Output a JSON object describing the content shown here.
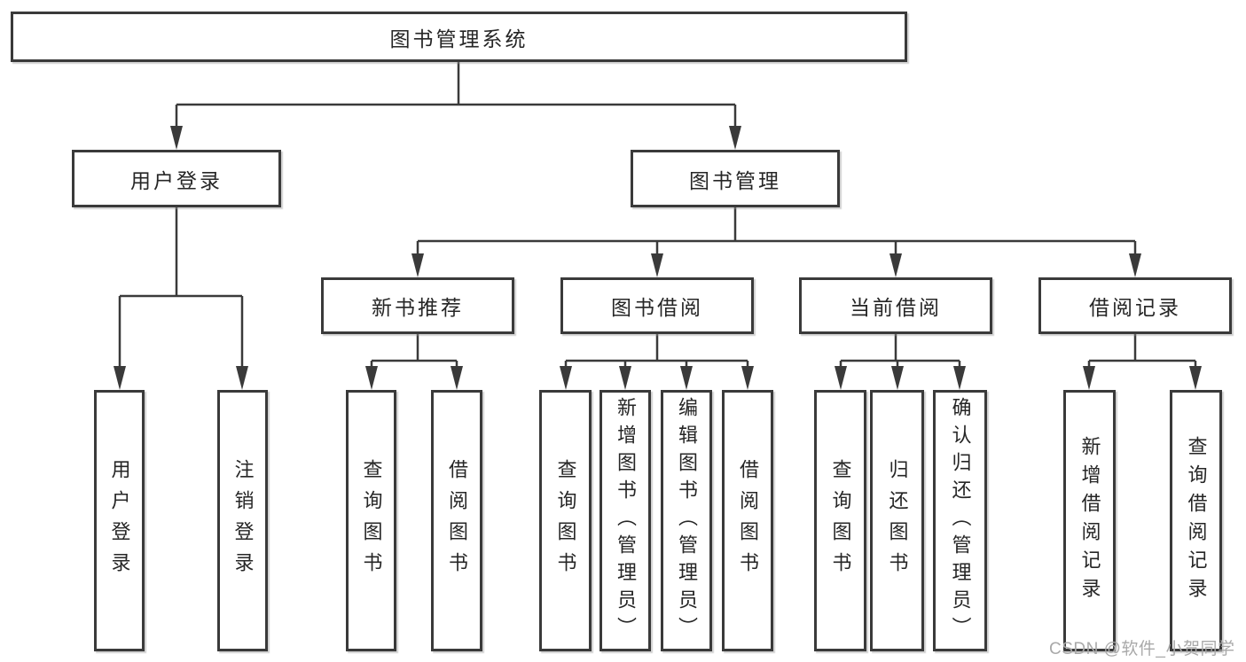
{
  "diagram": {
    "root": {
      "label": "图书管理系统"
    },
    "level2": [
      {
        "label": "用户登录"
      },
      {
        "label": "图书管理"
      }
    ],
    "level3": [
      {
        "label": "新书推荐"
      },
      {
        "label": "图书借阅"
      },
      {
        "label": "当前借阅"
      },
      {
        "label": "借阅记录"
      }
    ],
    "leaves": [
      {
        "label": "用户登录"
      },
      {
        "label": "注销登录"
      },
      {
        "label": "查询图书"
      },
      {
        "label": "借阅图书"
      },
      {
        "label": "查询图书"
      },
      {
        "label": "新增图书（管理员）"
      },
      {
        "label": "编辑图书（管理员）"
      },
      {
        "label": "借阅图书"
      },
      {
        "label": "查询图书"
      },
      {
        "label": "归还图书"
      },
      {
        "label": "确认归还（管理员）"
      },
      {
        "label": "新增借阅记录"
      },
      {
        "label": "查询借阅记录"
      }
    ]
  },
  "watermark": {
    "text": "CSDN @软件_小贺同学"
  },
  "colors": {
    "line": "#3a3a3a",
    "text": "#262626",
    "watermark": "#a9a9a9",
    "background": "#ffffff"
  }
}
